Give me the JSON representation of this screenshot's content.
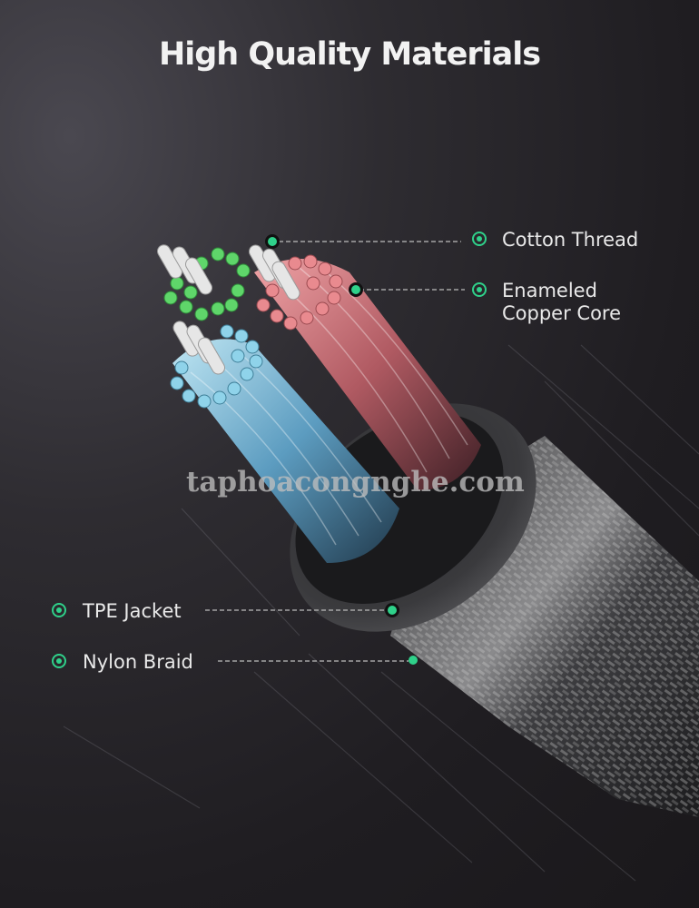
{
  "title": "High Quality Materials",
  "accent_color": "#2fd18a",
  "callouts": [
    {
      "id": "cotton-thread",
      "label_lines": [
        "Cotton Thread"
      ],
      "icon": "target-dot-icon"
    },
    {
      "id": "enameled-copper-core",
      "label_lines": [
        "Enameled",
        "Copper Core"
      ],
      "icon": "target-dot-icon"
    },
    {
      "id": "tpe-jacket",
      "label_lines": [
        "TPE Jacket"
      ],
      "icon": "target-dot-icon"
    },
    {
      "id": "nylon-braid",
      "label_lines": [
        "Nylon Braid"
      ],
      "icon": "target-dot-icon"
    }
  ],
  "watermark": "taphoacongnghe.com",
  "wire_colors": {
    "green": "#5fd66a",
    "red": "#e98a8f",
    "blue": "#8fd3ea",
    "cotton": "#e6e6e6"
  }
}
